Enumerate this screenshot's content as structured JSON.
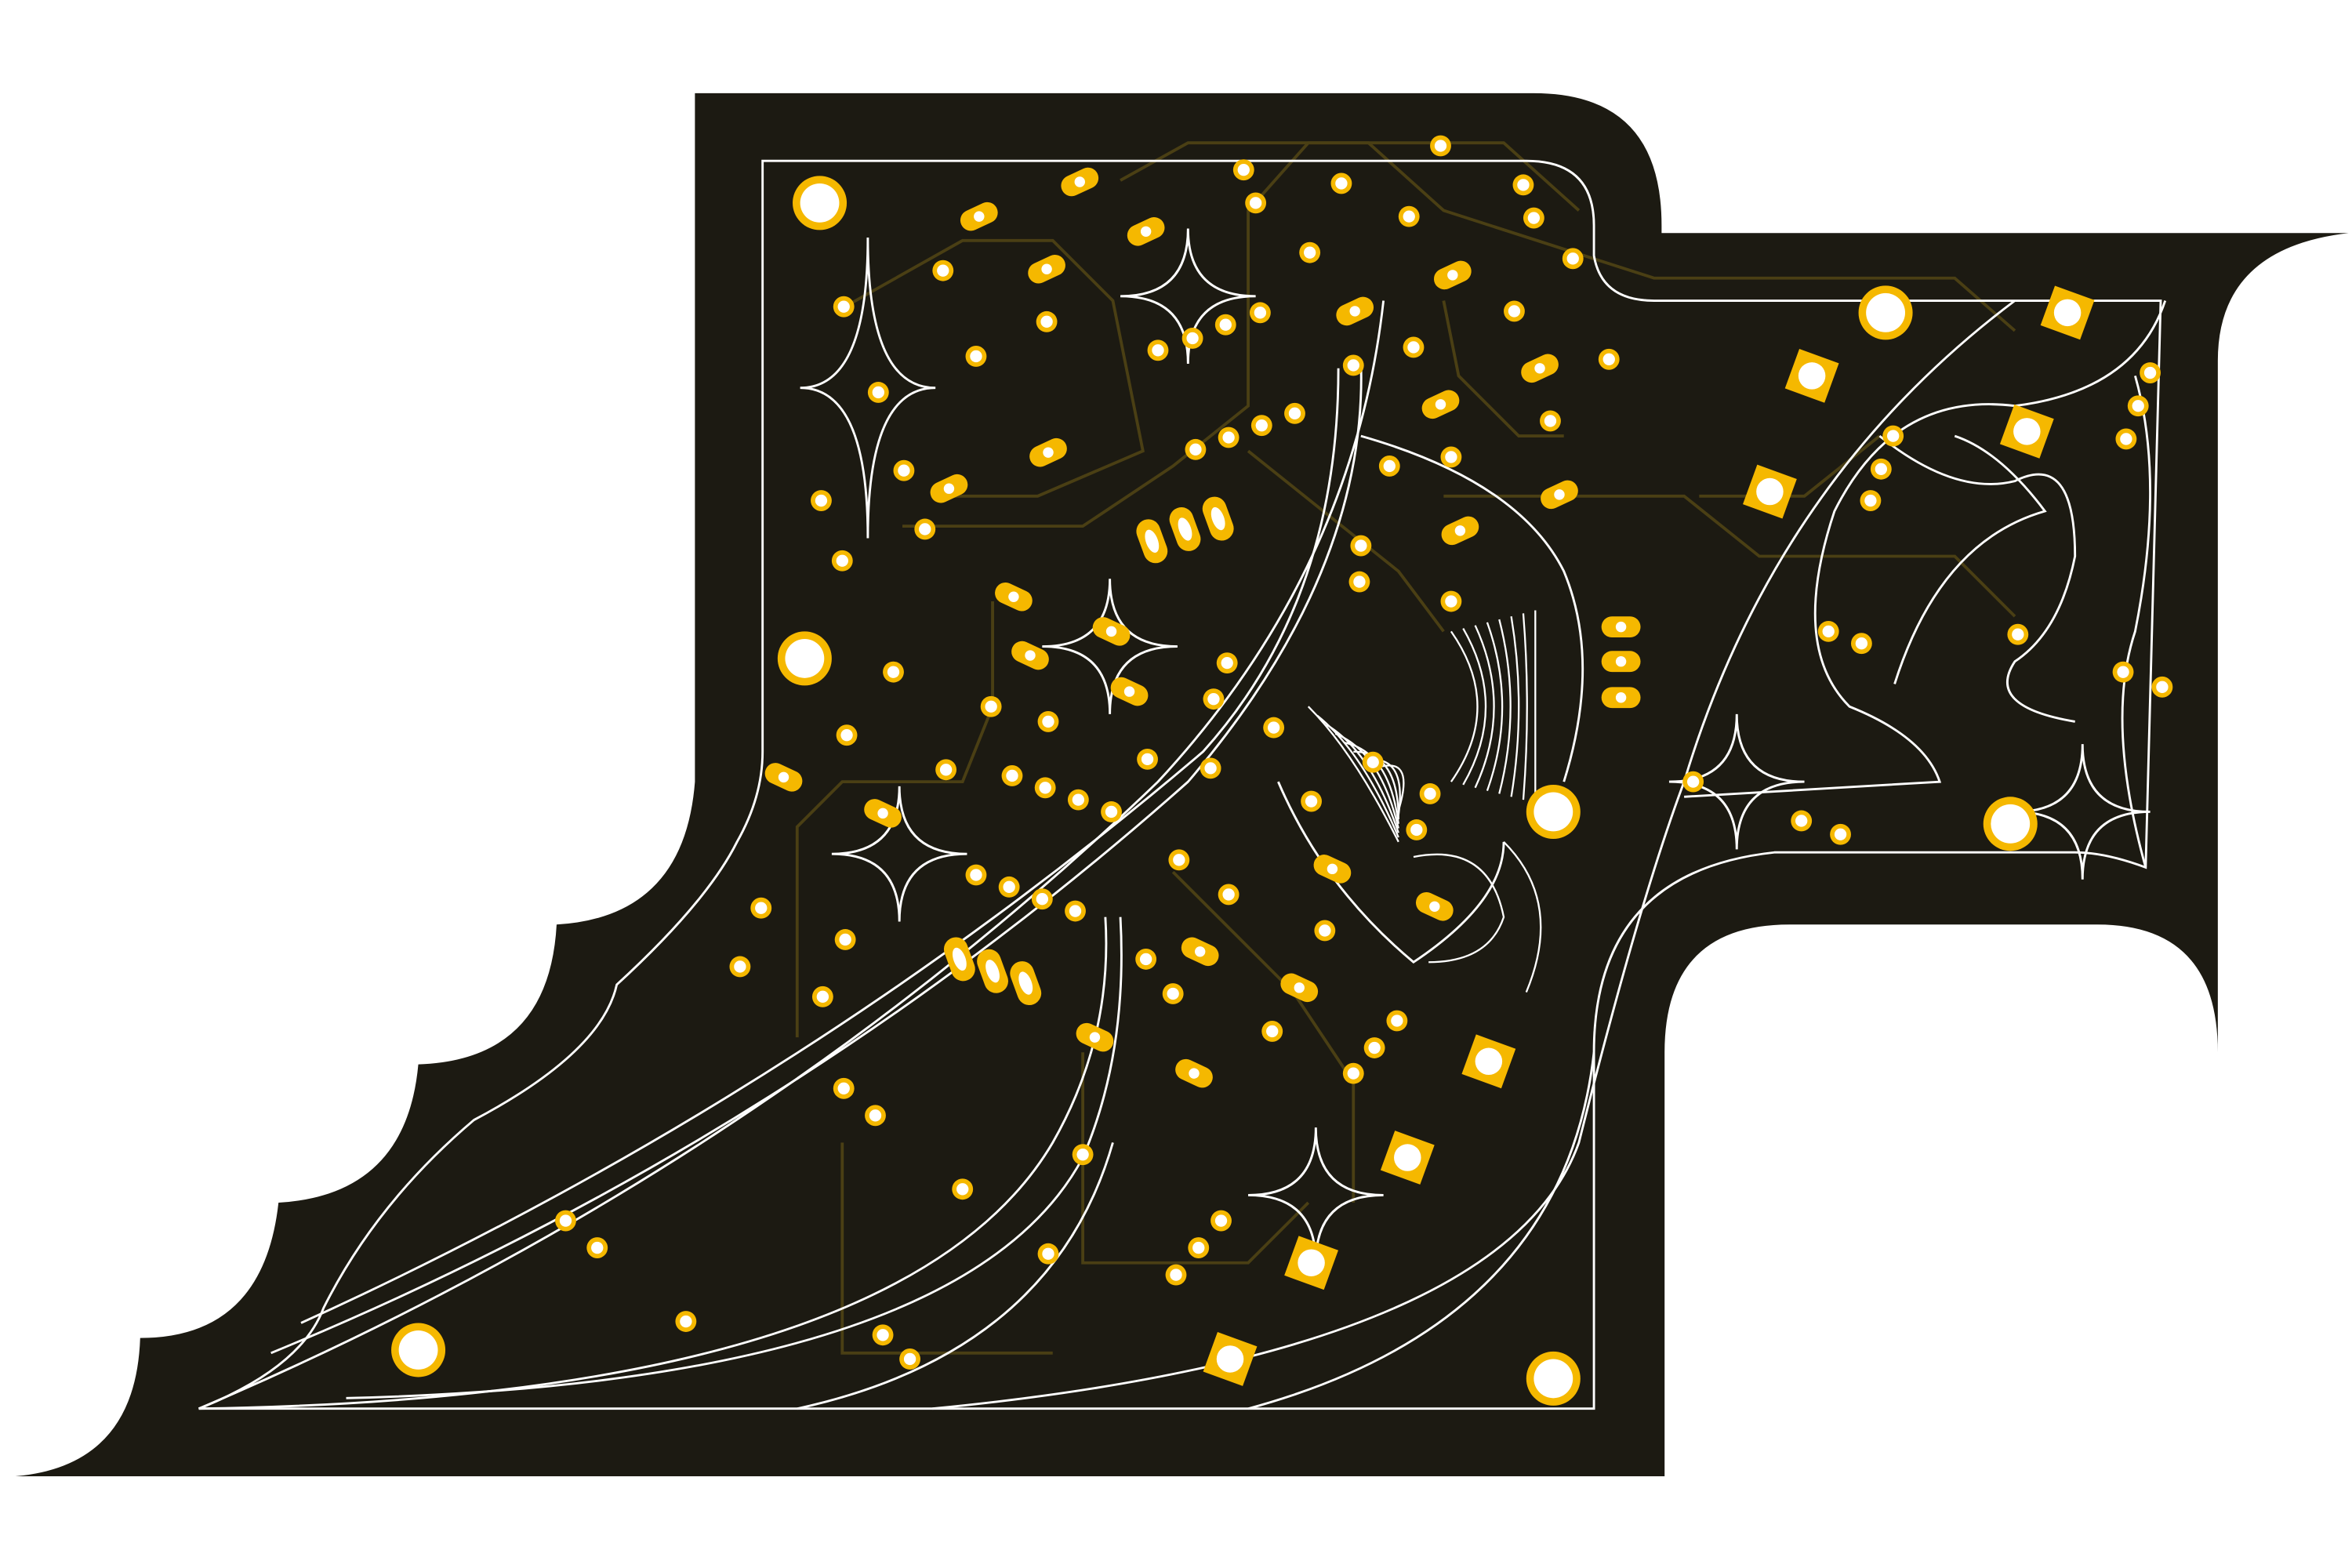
{
  "artwork": {
    "kind": "pcb-art-board",
    "colors": {
      "background": "#ffffff",
      "board": "#1c1a12",
      "copper_trace": "#4a3f14",
      "silkscreen": "#ffffff",
      "pad": "#f5b800",
      "pad_center": "#ffffff"
    },
    "elements": [
      "board-outline",
      "silkscreen-outline",
      "sparkle-icon",
      "diamond-pad",
      "round-pad",
      "via",
      "oval-pad",
      "copper-trace",
      "claw-scratch-lines"
    ]
  }
}
